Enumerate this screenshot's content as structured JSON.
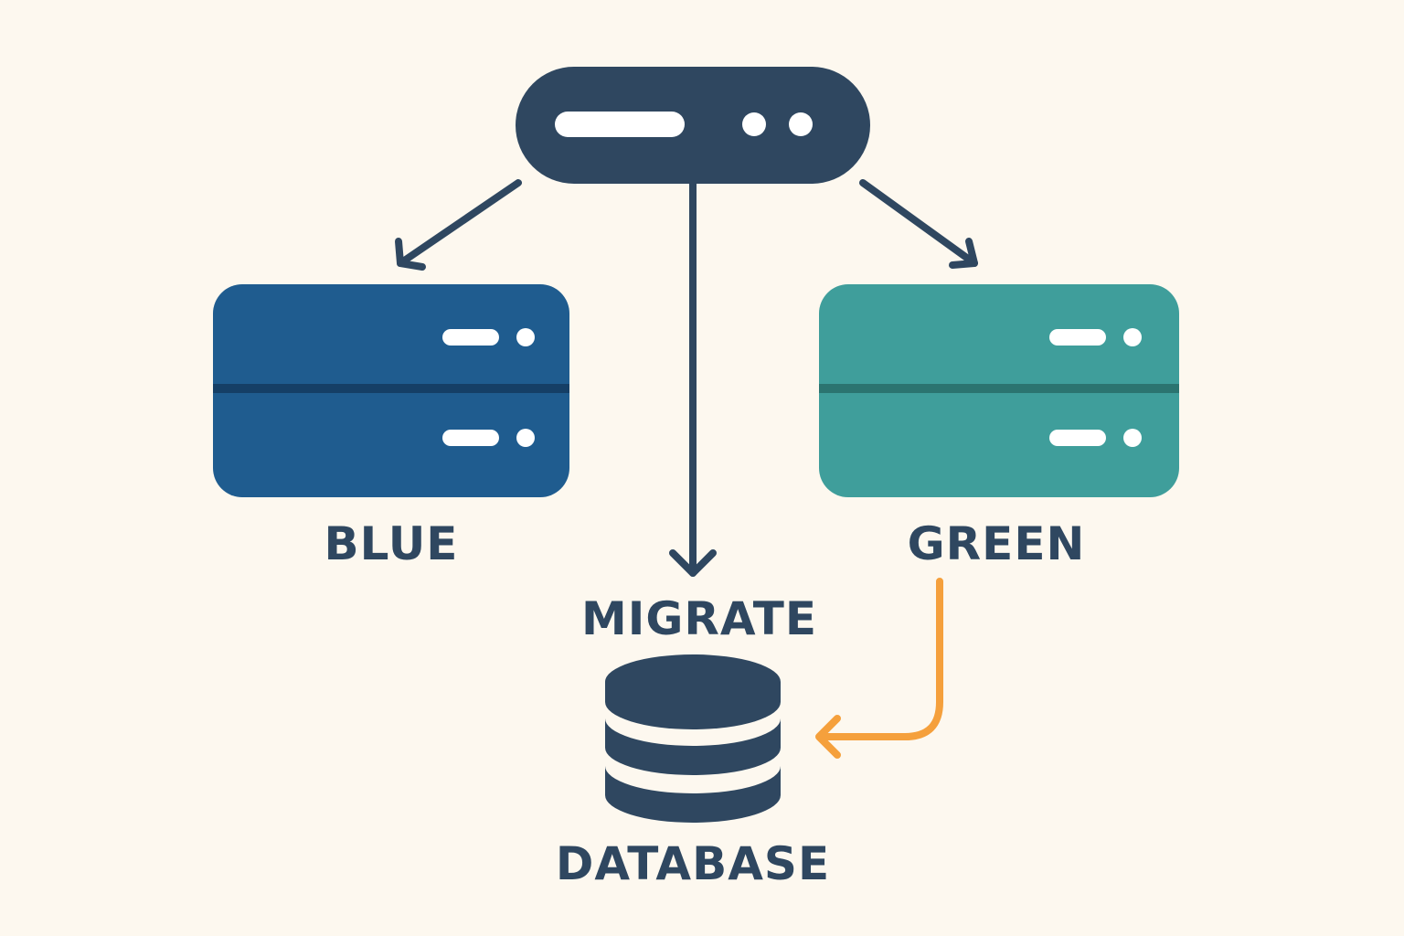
{
  "labels": {
    "blue": "BLUE",
    "green": "GREEN",
    "migrate": "MIGRATE",
    "database": "DATABASE"
  },
  "colors": {
    "background": "#fdf8ef",
    "navy": "#2f4760",
    "blue_server": "#1f5c8f",
    "blue_divider": "#153f66",
    "green_server": "#3f9e9b",
    "green_divider": "#2b7470",
    "migration_arrow": "#f5a03c"
  },
  "icons": [
    "load-balancer-icon",
    "blue-server-icon",
    "green-server-icon",
    "database-icon"
  ]
}
